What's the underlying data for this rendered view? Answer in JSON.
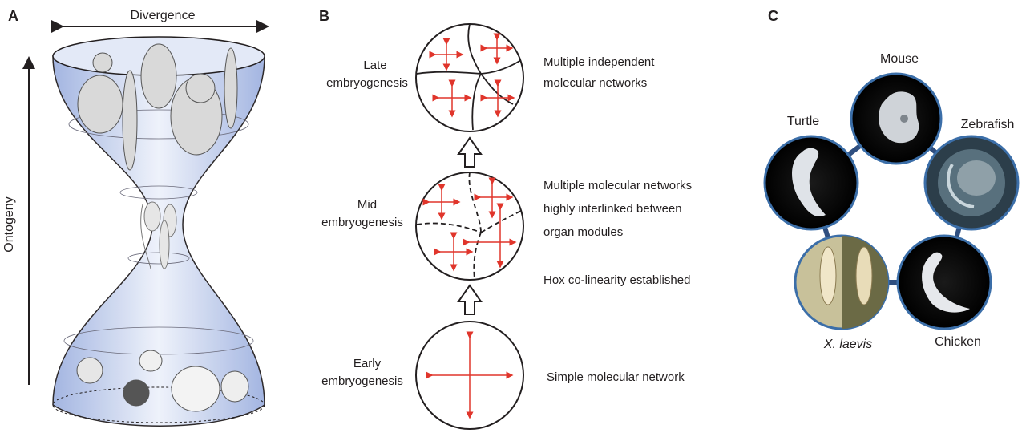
{
  "panels": {
    "a": {
      "letter": "A",
      "top_axis_label": "Divergence",
      "side_axis_label": "Ontogeny"
    },
    "b": {
      "letter": "B",
      "stages": [
        {
          "label_line1": "Late",
          "label_line2": "embryogenesis",
          "notes": [
            "Multiple independent",
            "molecular networks"
          ]
        },
        {
          "label_line1": "Mid",
          "label_line2": "embryogenesis",
          "notes": [
            "Multiple molecular networks",
            "highly interlinked between",
            "organ modules"
          ],
          "extra_note": "Hox co-linearity established"
        },
        {
          "label_line1": "Early",
          "label_line2": "embryogenesis",
          "notes": [
            "Simple molecular network"
          ]
        }
      ]
    },
    "c": {
      "letter": "C",
      "species": [
        "Mouse",
        "Turtle",
        "Zebrafish",
        "X. laevis",
        "Chicken"
      ]
    }
  },
  "colors": {
    "arrow_red": "#e0352b",
    "ring_blue": "#3b6ea8",
    "hourglass_fill": "#c9d6f0",
    "ink": "#231f20"
  }
}
